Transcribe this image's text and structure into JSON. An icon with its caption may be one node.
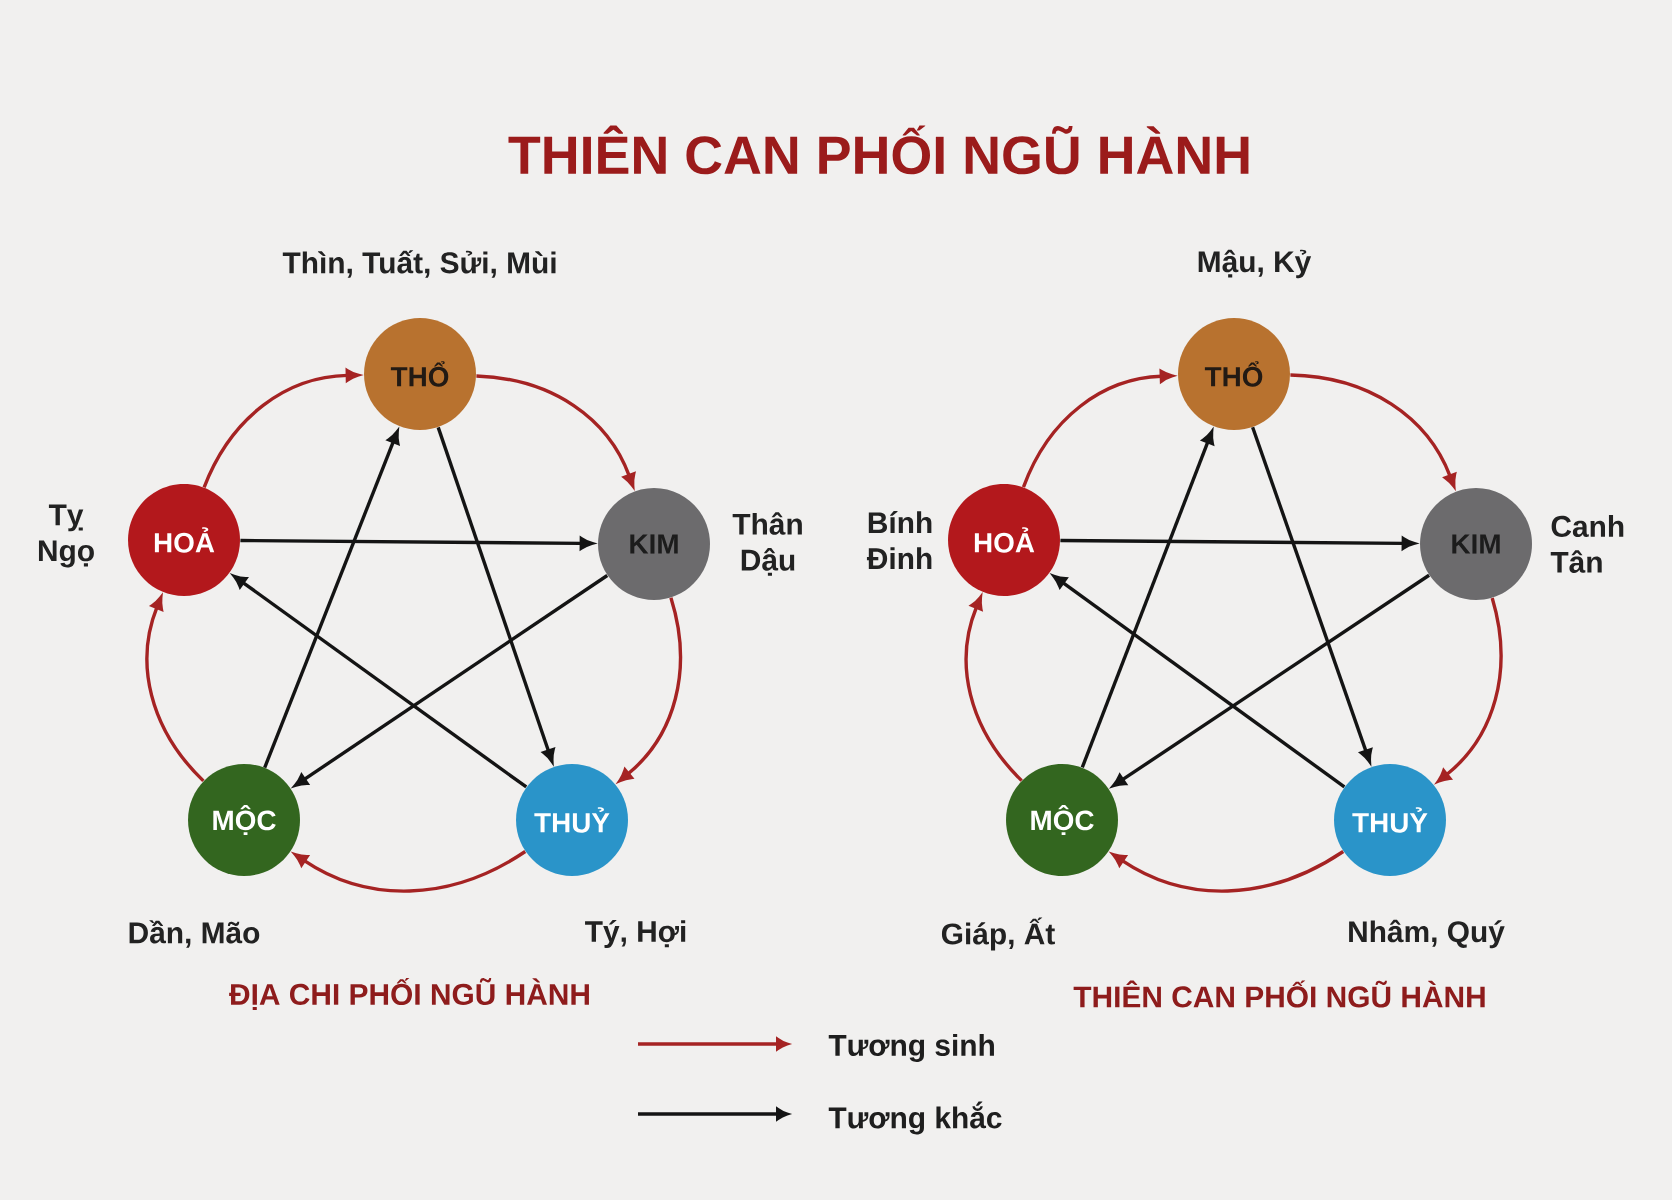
{
  "diagram": {
    "title": "THIÊN CAN PHỐI NGŨ HÀNH",
    "nodes": [
      {
        "text": [
          "THỔ"
        ],
        "beside": [
          "Thìn, Tuất, Sửi, Mùi"
        ]
      },
      {
        "text": [
          "HOẢ"
        ],
        "beside": [
          "Tỵ Ngọ"
        ]
      },
      {
        "text": [
          "KIM"
        ],
        "beside": [
          "Thân Dậu"
        ]
      },
      {
        "text": [
          "MỘC"
        ],
        "beside": [
          "Dần, Mão"
        ]
      },
      {
        "text": [
          "THUỶ"
        ],
        "beside": [
          "Tý, Hợi"
        ]
      },
      {
        "text": [
          "THỔ"
        ],
        "beside": [
          "Mậu, Kỷ"
        ]
      },
      {
        "text": [
          "HOẢ"
        ],
        "beside": [
          "Bính Đinh"
        ]
      },
      {
        "text": [
          "KIM"
        ],
        "beside": [
          "Canh Tân"
        ]
      },
      {
        "text": [
          "MỘC"
        ],
        "beside": [
          "Giáp, Ất"
        ]
      },
      {
        "text": [
          "THUỶ"
        ],
        "beside": [
          "Nhâm, Quý"
        ]
      }
    ],
    "edges": [
      {
        "from": 1,
        "to": 0,
        "arrow": "to",
        "color": "#a52323"
      },
      {
        "from": 0,
        "to": 2,
        "arrow": "to",
        "color": "#a52323"
      },
      {
        "from": 2,
        "to": 4,
        "arrow": "to",
        "color": "#a52323"
      },
      {
        "from": 4,
        "to": 3,
        "arrow": "to",
        "color": "#a52323"
      },
      {
        "from": 3,
        "to": 1,
        "arrow": "to",
        "color": "#a52323"
      },
      {
        "from": 1,
        "to": 2,
        "arrow": "to",
        "color": "#141414"
      },
      {
        "from": 0,
        "to": 4,
        "arrow": "to",
        "color": "#141414"
      },
      {
        "from": 3,
        "to": 0,
        "arrow": "to",
        "color": "#141414"
      },
      {
        "from": 2,
        "to": 3,
        "arrow": "to",
        "color": "#141414"
      },
      {
        "from": 4,
        "to": 1,
        "arrow": "to",
        "color": "#141414"
      },
      {
        "from": 6,
        "to": 5,
        "arrow": "to",
        "color": "#a52323"
      },
      {
        "from": 5,
        "to": 7,
        "arrow": "to",
        "color": "#a52323"
      },
      {
        "from": 7,
        "to": 9,
        "arrow": "to",
        "color": "#a52323"
      },
      {
        "from": 9,
        "to": 8,
        "arrow": "to",
        "color": "#a52323"
      },
      {
        "from": 8,
        "to": 6,
        "arrow": "to",
        "color": "#a52323"
      },
      {
        "from": 6,
        "to": 7,
        "arrow": "to",
        "color": "#141414"
      },
      {
        "from": 5,
        "to": 9,
        "arrow": "to",
        "color": "#141414"
      },
      {
        "from": 8,
        "to": 5,
        "arrow": "to",
        "color": "#141414"
      },
      {
        "from": 7,
        "to": 8,
        "arrow": "to",
        "color": "#141414"
      },
      {
        "from": 9,
        "to": 6,
        "arrow": "to",
        "color": "#141414"
      }
    ],
    "labels": [
      "ĐỊA CHI PHỐI NGŨ HÀNH",
      "THIÊN CAN PHỐI NGŨ HÀNH"
    ],
    "legend": [
      {
        "text": "Tương sinh"
      },
      {
        "text": "Tương khắc"
      }
    ]
  }
}
